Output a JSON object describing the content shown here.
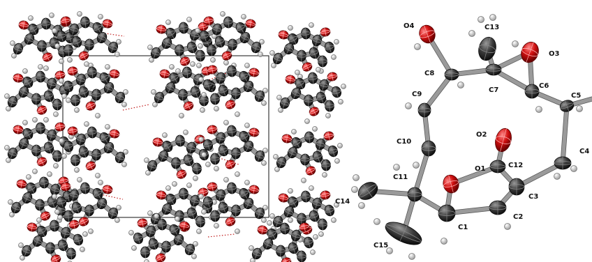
{
  "colors": {
    "carbon": "#3a3a3a",
    "oxygen": "#d01010",
    "hydrogen": "#d0d0d0",
    "bond": "#9a9a9a",
    "hbond": "#c01818"
  },
  "molecule": {
    "atom_labels": [
      "O4",
      "C13",
      "O3",
      "C8",
      "C7",
      "C6",
      "C5",
      "C9",
      "O2",
      "C10",
      "C4",
      "O1",
      "C12",
      "C11",
      "C3",
      "C14",
      "C2",
      "C1",
      "C15"
    ]
  }
}
